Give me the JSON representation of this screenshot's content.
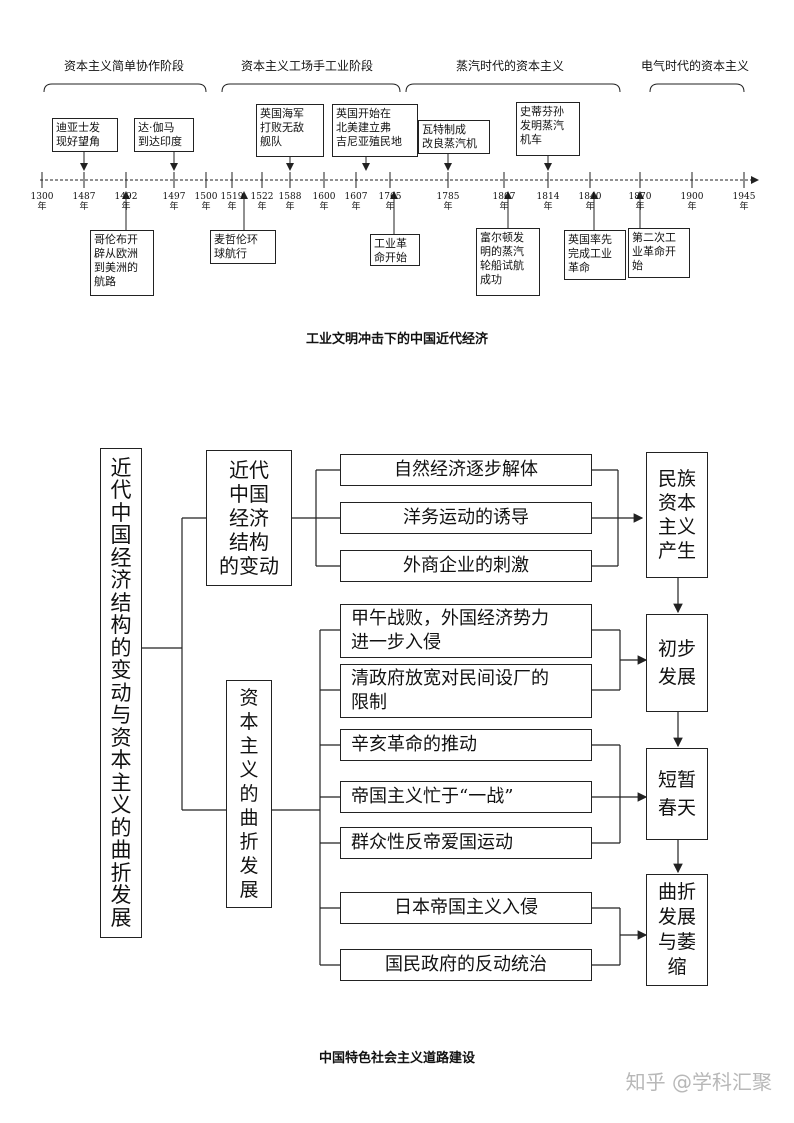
{
  "timeline": {
    "eras": [
      "资本主义简单协作阶段",
      "资本主义工场手工业阶段",
      "蒸汽时代的资本主义",
      "电气时代的资本主义"
    ],
    "years": [
      "1300\n年",
      "1487\n年",
      "1492\n年",
      "1497\n年",
      "1500\n年",
      "1519\n年",
      "1522\n年",
      "1588\n年",
      "1600\n年",
      "1607\n年",
      "1765\n年",
      "1785\n年",
      "1807\n年",
      "1814\n年",
      "1840\n年",
      "1870\n年",
      "1900\n年",
      "1945\n年"
    ],
    "events_above": [
      "迪亚士发\n现好望角",
      "达·伽马\n到达印度",
      "英国海军\n打败无敌\n舰队",
      "英国开始在\n北美建立弗\n吉尼亚殖民地",
      "瓦特制成\n改良蒸汽机",
      "史蒂芬孙\n发明蒸汽\n机车"
    ],
    "events_below": [
      "哥伦布开\n辟从欧洲\n到美洲的\n航路",
      "麦哲伦环\n球航行",
      "工业革\n命开始",
      "富尔顿发\n明的蒸汽\n轮船试航\n成功",
      "英国率先\n完成工业\n革命",
      "第二次工\n业革命开\n始"
    ]
  },
  "caption1": "工业文明冲击下的中国近代经济",
  "tree": {
    "root": "近\n代\n中\n国\n经\n济\n结\n构\n的\n变\n动\n与\n资\n本\n主\n义\n的\n曲\n折\n发\n展",
    "branch1": "近代\n中国\n经济\n结构\n的变动",
    "branch2": "资\n本\n主\n义\n的\n曲\n折\n发\n展",
    "causes": [
      "自然经济逐步解体",
      "洋务运动的诱导",
      "外商企业的刺激",
      "甲午战败，外国经济势力\n进一步入侵",
      "清政府放宽对民间设厂的\n限制",
      "辛亥革命的推动",
      "帝国主义忙于“一战”",
      "群众性反帝爱国运动",
      "日本帝国主义入侵",
      "国民政府的反动统治"
    ],
    "results": [
      "民族\n资本\n主义\n产生",
      "初步\n发展",
      "短暂\n春天",
      "曲折\n发展\n与萎\n缩"
    ]
  },
  "caption2": "中国特色社会主义道路建设",
  "watermark": "知乎 @学科汇聚"
}
